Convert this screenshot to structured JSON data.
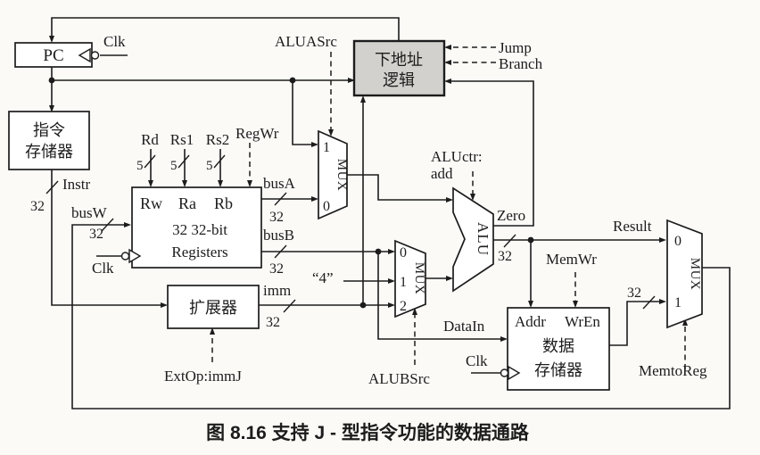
{
  "figure": {
    "caption": "图 8.16  支持 J - 型指令功能的数据通路"
  },
  "colors": {
    "line": "#1c1c1c",
    "box_fill": "#ffffff",
    "shaded_box": "#d2d1cd",
    "background": "#fbfaf7"
  },
  "blocks": {
    "pc": {
      "label": "PC"
    },
    "instruction_memory": {
      "line1": "指令",
      "line2": "存储器"
    },
    "next_address_logic": {
      "line1": "下地址",
      "line2": "逻辑"
    },
    "register_file": {
      "port_rw": "Rw",
      "port_ra": "Ra",
      "port_rb": "Rb",
      "line1": "32 32-bit",
      "line2": "Registers"
    },
    "extender": {
      "label": "扩展器"
    },
    "data_memory": {
      "port_addr": "Addr",
      "port_wren": "WrEn",
      "line1": "数据",
      "line2": "存储器"
    },
    "alu": {
      "label": "ALU"
    },
    "mux_a": {
      "label": "MUX",
      "in1": "1",
      "in0": "0"
    },
    "mux_b": {
      "label": "MUX",
      "in0": "0",
      "in1": "1",
      "in2": "2"
    },
    "mux_wb": {
      "label": "MUX",
      "in0": "0",
      "in1": "1"
    }
  },
  "signals": {
    "clk": "Clk",
    "aluasrc": "ALUASrc",
    "jump": "Jump",
    "branch": "Branch",
    "rd": "Rd",
    "rs1": "Rs1",
    "rs2": "Rs2",
    "regwr": "RegWr",
    "width5": "5",
    "width32": "32",
    "instr": "Instr",
    "busw": "busW",
    "busa": "busA",
    "busb": "busB",
    "imm": "imm",
    "const4": "“4”",
    "aluctr_line1": "ALUctr:",
    "aluctr_line2": "add",
    "zero": "Zero",
    "result": "Result",
    "alubsrc": "ALUBSrc",
    "extop": "ExtOp:immJ",
    "memwr": "MemWr",
    "datain": "DataIn",
    "memtoreg": "MemtoReg"
  }
}
